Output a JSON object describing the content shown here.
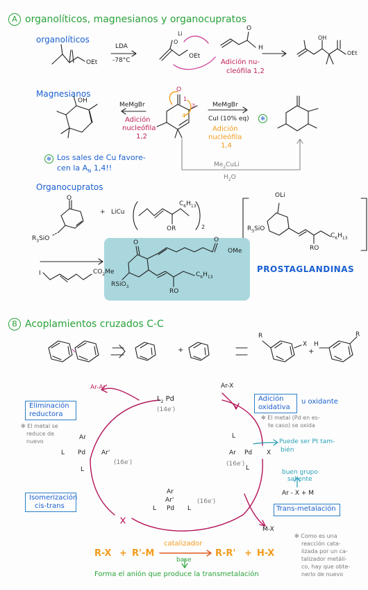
{
  "sectionA": {
    "letter": "A",
    "title": "organolíticos, magnesianos y organocupratos",
    "organoliticos": {
      "heading": "organolíticos",
      "reagent": "LDA",
      "temp": "-78°C",
      "oet1": "OEt",
      "li": "Li",
      "o_": "O",
      "oet2": "OEt",
      "h": "H",
      "o2": "O",
      "adicion": "Adición nu-",
      "adicion2": "cleófila 1,2",
      "oh": "OH",
      "oet3": "OEt"
    },
    "magnesianos": {
      "heading": "Magnesianos",
      "oh": "OH",
      "memgbr1": "MeMgBr",
      "adic12_1": "Adición",
      "adic12_2": "nucleófila",
      "adic12_3": "1,2",
      "memgbr2": "MeMgBr",
      "cui": "CuI (10% eq)",
      "adic14_1": "Adición",
      "adic14_2": "nucleófila",
      "adic14_3": "1,4",
      "o": "O",
      "num1": "1",
      "num2": "2",
      "num4": "4",
      "note1": "Los sales de Cu favore-",
      "note2": "cen la A",
      "note2sub": "N",
      "note2end": " 1,4!!",
      "cuprate": "Me",
      "cuprate_sub": "2",
      "cuprate_end": "CuLi",
      "h2o": "H",
      "h2o_sub": "2",
      "h2o_end": "O"
    },
    "organocupratos": {
      "heading": "Organocupratos",
      "o": "O",
      "r3sio": "R",
      "r3sio_sub": "3",
      "r3sio_end": "SiO",
      "licu": "LiCu",
      "c6h13": "C",
      "c6h13_sub1": "6",
      "c6h13_mid": "H",
      "c6h13_sub2": "13",
      "or": "OR",
      "sub2": "2",
      "oli": "OLi",
      "r3sio2": "R",
      "r3sio2_sub": "3",
      "r3sio2_end": "SiO",
      "c6h13b": "C",
      "c6h13b_sub1": "6",
      "c6h13b_mid": "H",
      "c6h13b_sub2": "13",
      "ro": "RO",
      "i": "I",
      "co2me": "CO",
      "co2me_sub": "2",
      "co2me_end": "Me",
      "prod_o": "O",
      "prod_ome": "OMe",
      "prod_o2": "O",
      "prod_rsio": "RSiO",
      "prod_rsio_sub": "3",
      "prod_c6h13": "C",
      "prod_c6h13_sub1": "6",
      "prod_c6h13_mid": "H",
      "prod_c6h13_sub2": "13",
      "prod_ro": "RO",
      "prostaglandinas": "PROSTAGLANDINAS"
    }
  },
  "sectionB": {
    "letter": "B",
    "title": "Acoplamientos cruzados C-C",
    "plus1": "+",
    "plus2": "+",
    "r1": "R",
    "x": "X",
    "h": "H",
    "r2": "R",
    "cycle": {
      "arar": "Ar-Ar'",
      "arx": "Ar-X",
      "l2pd": "L",
      "l2pd_sub": "2",
      "l2pd_end": " Pd",
      "e14": "(14e",
      "e14_sup": "-",
      "e14_end": ")",
      "elim1": "Eliminación",
      "elim2": "reductora",
      "elim_note1": "El metal se",
      "elim_note2": "reduce de",
      "elim_note3": "nuevo",
      "adic1": "Adición",
      "adic2": "oxidativa",
      "oxidante": "u oxidante",
      "adic_note1": "El metal (Pd en es-",
      "adic_note2": "te caso) se oxida",
      "left_ar1": "Ar",
      "left_l": "L",
      "left_pd": "Pd",
      "left_ar2": "Ar'",
      "left_l2": "L",
      "e16a": "(16e",
      "e16a_end": ")",
      "right_l": "L",
      "right_ar": "Ar",
      "right_pd": "Pd",
      "right_x": "X",
      "right_l2": "L",
      "e16b": "(16e",
      "e16b_end": ")",
      "pt1": "Puede ser Pt tam-",
      "pt2": "bién",
      "isom1": "Isomerización",
      "isom2": "cis-trans",
      "bot_ar1": "Ar",
      "bot_ar2": "Ar'",
      "bot_l1": "L",
      "bot_pd": "Pd",
      "bot_l2": "L",
      "e16c": "(16e",
      "e16c_end": ")",
      "grupo1": "buen grupo",
      "grupo2": "saliente",
      "trans_arx": "Ar - X + M",
      "trans_ar": "Ar",
      "trans_x": "X",
      "trans_m": "M",
      "transmet": "Trans-metalación",
      "mx": "M-X"
    },
    "equation": {
      "rx": "R-X",
      "plus1": "+",
      "rm": "R'-M",
      "catalizador": "catalizador",
      "base": "base",
      "rr": "R-R'",
      "plus2": "+",
      "hx": "H-X",
      "anion": "Forma el anión que produce la transmetalación"
    },
    "note": {
      "l1": "Como es una",
      "l2": "reacción cata-",
      "l3": "lizada por un ca-",
      "l4": "talizador metáli-",
      "l5": "co, hay que obte-",
      "l6": "nerlo de nuevo"
    }
  }
}
